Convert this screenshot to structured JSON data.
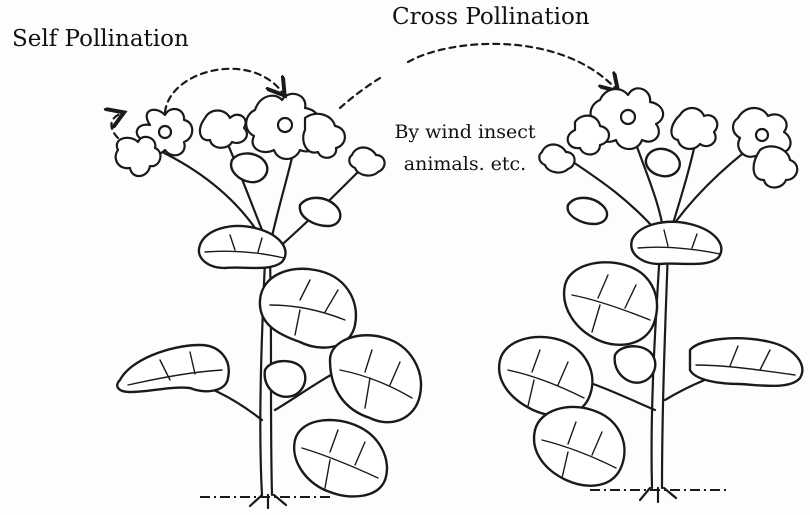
{
  "labels": {
    "self_pollination": "Self Pollination",
    "cross_pollination": "Cross Pollination",
    "agents_line1": "By wind insect",
    "agents_line2": "animals. etc."
  },
  "colors": {
    "ink": "#1a1a1a",
    "background": "#fdfdfd"
  }
}
